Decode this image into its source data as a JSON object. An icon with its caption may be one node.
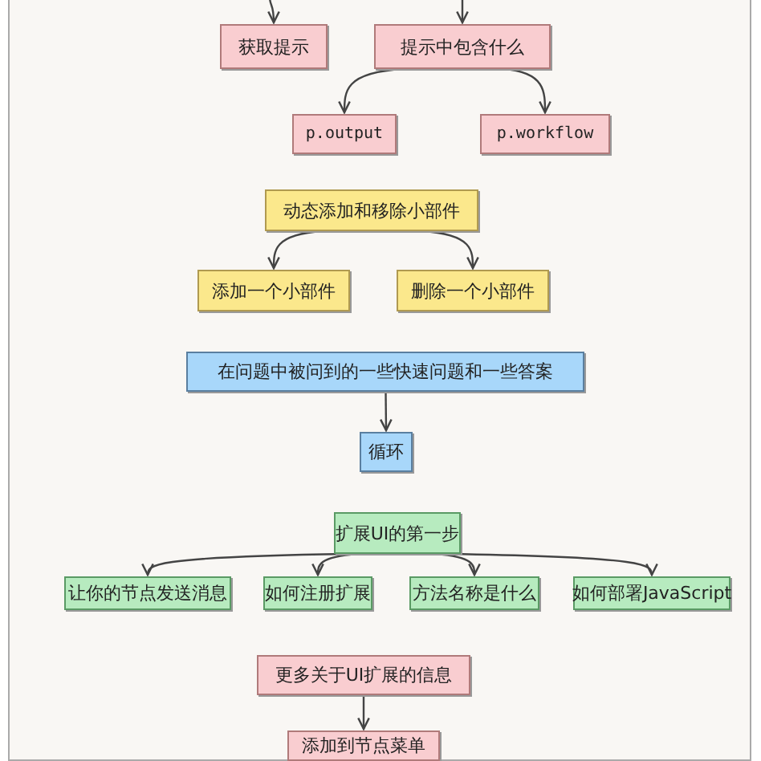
{
  "diagram": {
    "nodes": [
      {
        "text": [
          "获取提示"
        ]
      },
      {
        "text": [
          "提示中包含什么"
        ]
      },
      {
        "text": [
          "p.output"
        ]
      },
      {
        "text": [
          "p.workflow"
        ]
      },
      {
        "text": [
          "动态添加和移除小部件"
        ]
      },
      {
        "text": [
          "添加一个小部件"
        ]
      },
      {
        "text": [
          "删除一个小部件"
        ]
      },
      {
        "text": [
          "在问题中被问到的一些快速问题和一些答案"
        ]
      },
      {
        "text": [
          "循环"
        ]
      },
      {
        "text": [
          "扩展UI的第一步"
        ]
      },
      {
        "text": [
          "让你的节点发送消息"
        ]
      },
      {
        "text": [
          "如何注册扩展"
        ]
      },
      {
        "text": [
          "方法名称是什么"
        ]
      },
      {
        "text": [
          "如何部署JavaScript"
        ]
      },
      {
        "text": [
          "更多关于UI扩展的信息"
        ]
      },
      {
        "text": [
          "添加到节点菜单"
        ]
      }
    ],
    "edges": [
      {
        "from": null,
        "to": 0,
        "arrow": "to"
      },
      {
        "from": null,
        "to": 1,
        "arrow": "to"
      },
      {
        "from": 1,
        "to": 2,
        "arrow": "to"
      },
      {
        "from": 1,
        "to": 3,
        "arrow": "to"
      },
      {
        "from": 4,
        "to": 5,
        "arrow": "to"
      },
      {
        "from": 4,
        "to": 6,
        "arrow": "to"
      },
      {
        "from": 7,
        "to": 8,
        "arrow": "to"
      },
      {
        "from": 9,
        "to": 10,
        "arrow": "to"
      },
      {
        "from": 9,
        "to": 11,
        "arrow": "to"
      },
      {
        "from": 9,
        "to": 12,
        "arrow": "to"
      },
      {
        "from": 9,
        "to": 13,
        "arrow": "to"
      },
      {
        "from": 14,
        "to": 15,
        "arrow": "to"
      }
    ]
  }
}
